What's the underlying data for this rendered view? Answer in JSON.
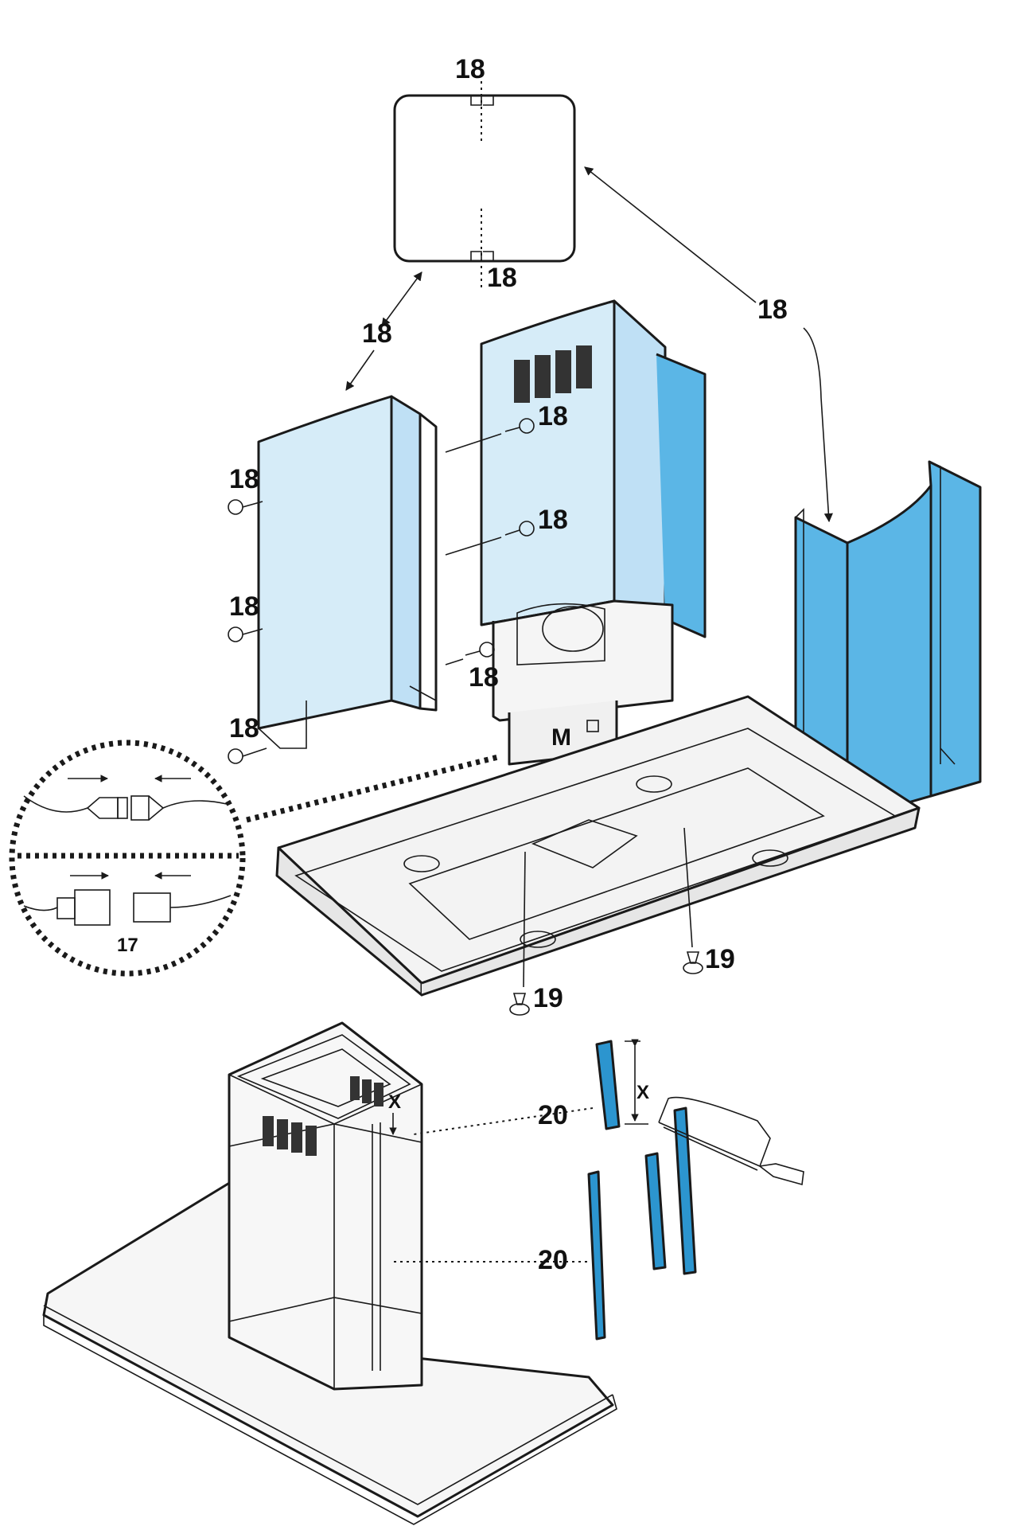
{
  "colors": {
    "panel_light": "#d6ecf8",
    "panel_side": "#bfe0f5",
    "panel_blue": "#5bb6e6",
    "strip_blue": "#2c95cf",
    "steel": "#f2f2f2",
    "line": "#1a1a1a"
  },
  "labels": {
    "top_profile_top": "18",
    "top_profile_bottom": "18",
    "arrow_left": "18",
    "arrow_right": "18",
    "screw_left_1": "18",
    "screw_left_2": "18",
    "screw_left_3": "18",
    "screw_center_1": "18",
    "screw_center_2": "18",
    "screw_center_3": "18",
    "motor": "M",
    "connector": "17",
    "screw_hood_1": "19",
    "screw_hood_2": "19",
    "strip_top": "20",
    "strip_bottom": "20",
    "measure_x": "X",
    "measure_x_small": "X"
  },
  "icons": [
    "screw-icon",
    "connector-plug-icon",
    "hacksaw-icon",
    "arrow-icon"
  ]
}
